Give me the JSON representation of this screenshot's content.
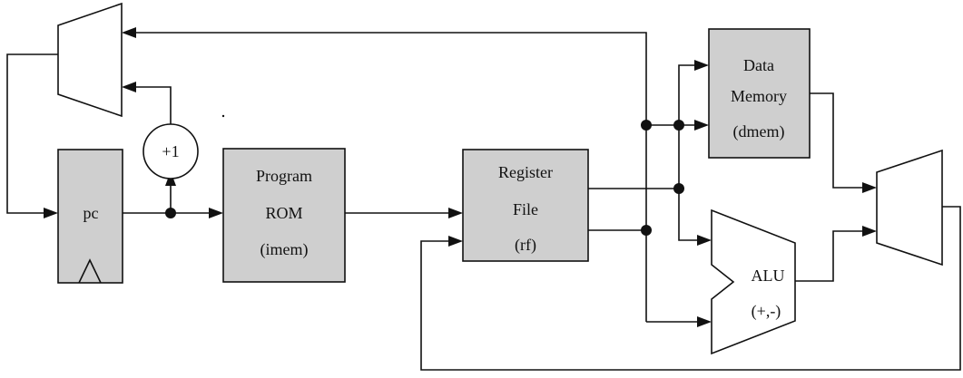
{
  "blocks": {
    "pc": {
      "label": "pc"
    },
    "imem": {
      "lines": [
        "Program",
        "ROM",
        "(imem)"
      ]
    },
    "rf": {
      "lines": [
        "Register",
        "File",
        "(rf)"
      ]
    },
    "dmem": {
      "lines": [
        "Data",
        "Memory",
        "(dmem)"
      ]
    },
    "alu": {
      "lines": [
        "ALU",
        "(+,-)"
      ]
    },
    "incrementer": {
      "label": "+1"
    }
  },
  "colors": {
    "block_fill": "#cfcfcf",
    "stroke": "#111111",
    "background": "#ffffff"
  }
}
